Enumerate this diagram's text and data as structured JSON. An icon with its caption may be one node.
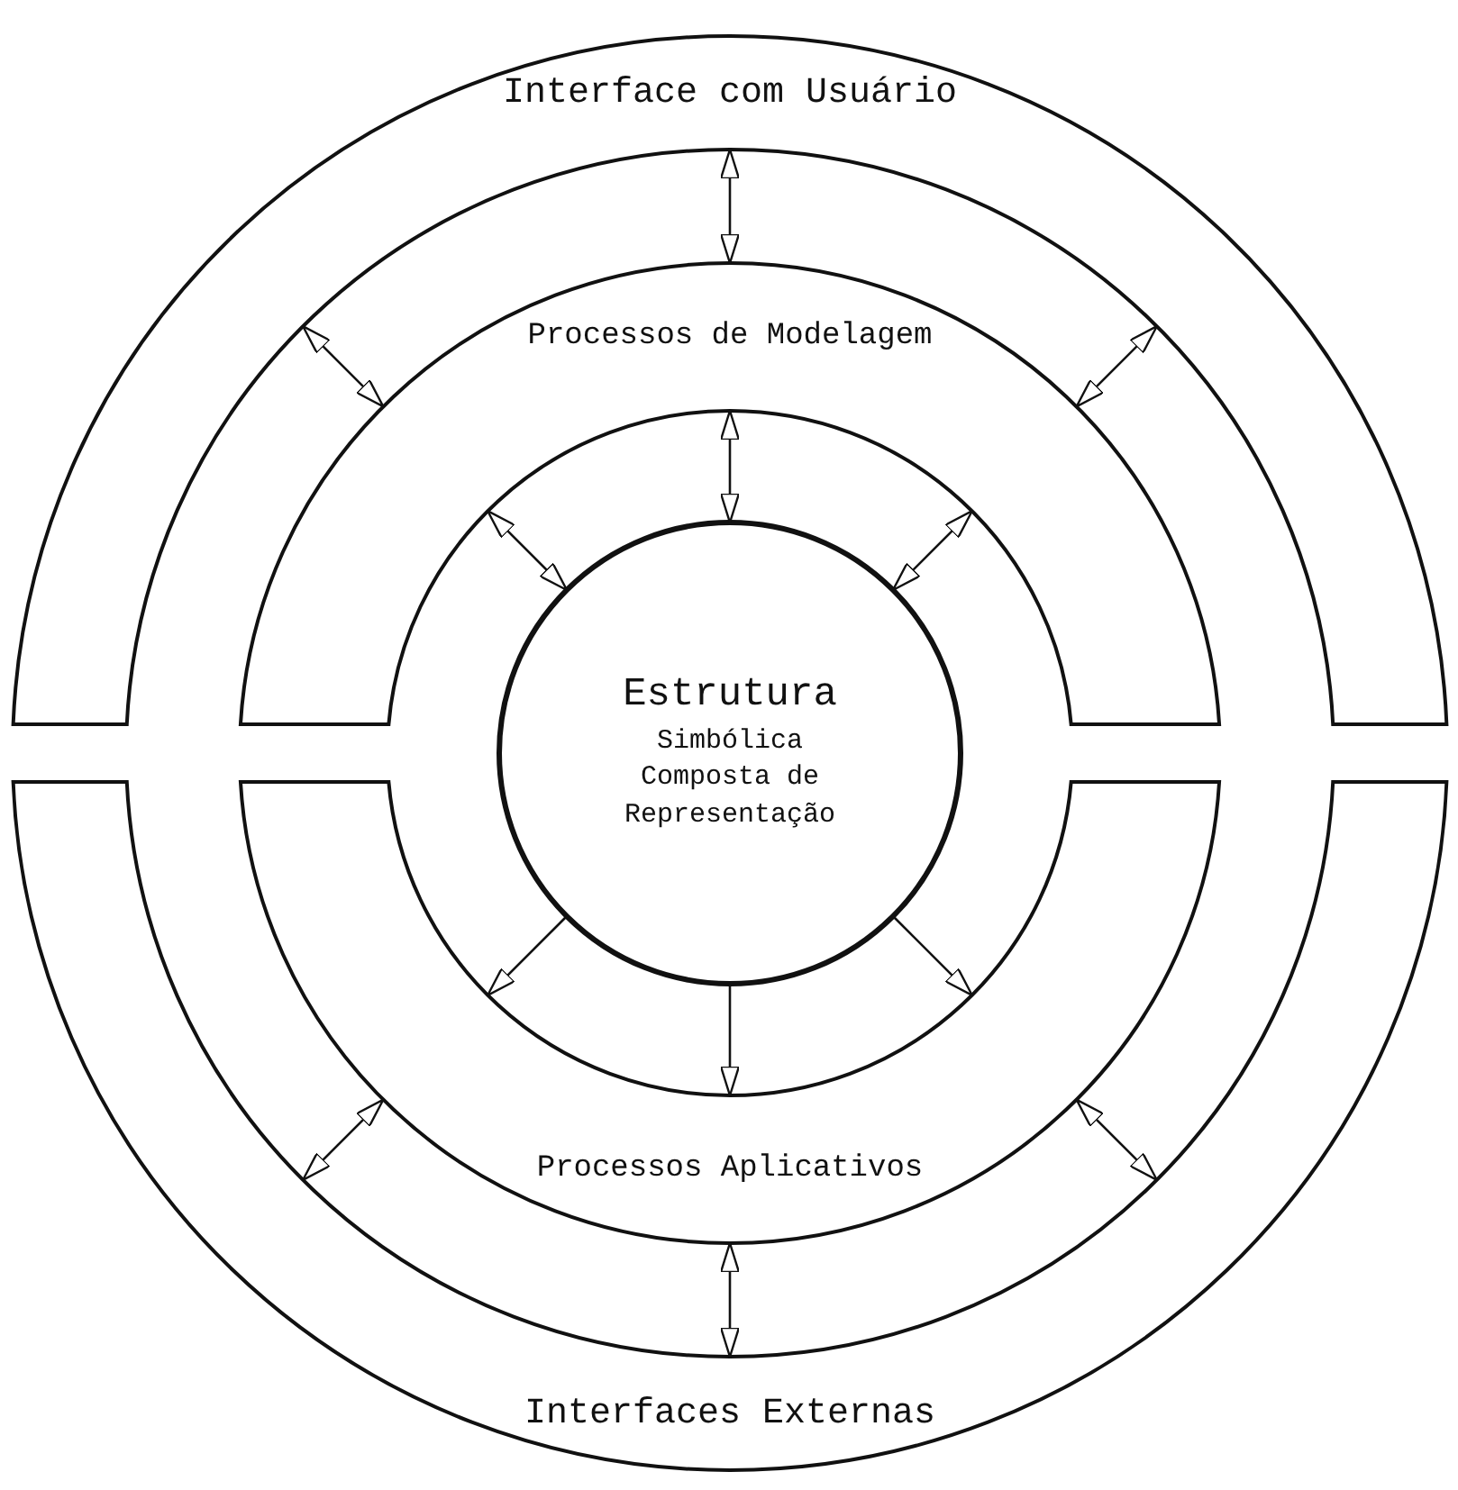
{
  "diagram": {
    "nodes": [
      {
        "text": [
          "Interface com Usuário"
        ]
      },
      {
        "text": [
          "Processos de Modelagem"
        ]
      },
      {
        "text": [
          "Estrutura",
          "Simbólica Composta de Representação"
        ]
      },
      {
        "text": [
          "Processos Aplicativos"
        ]
      },
      {
        "text": [
          "Interfaces Externas"
        ]
      }
    ],
    "edges": [
      {
        "from": 0,
        "to": 1,
        "arrow": "both"
      },
      {
        "from": 0,
        "to": 1,
        "arrow": "both"
      },
      {
        "from": 0,
        "to": 1,
        "arrow": "both"
      },
      {
        "from": 1,
        "to": 2,
        "arrow": "both"
      },
      {
        "from": 1,
        "to": 2,
        "arrow": "both"
      },
      {
        "from": 1,
        "to": 2,
        "arrow": "both"
      },
      {
        "from": 2,
        "to": 3,
        "arrow": "to"
      },
      {
        "from": 2,
        "to": 3,
        "arrow": "to"
      },
      {
        "from": 2,
        "to": 3,
        "arrow": "to"
      },
      {
        "from": 4,
        "to": 3,
        "arrow": "both"
      },
      {
        "from": 4,
        "to": 3,
        "arrow": "both"
      },
      {
        "from": 4,
        "to": 3,
        "arrow": "both"
      }
    ]
  }
}
